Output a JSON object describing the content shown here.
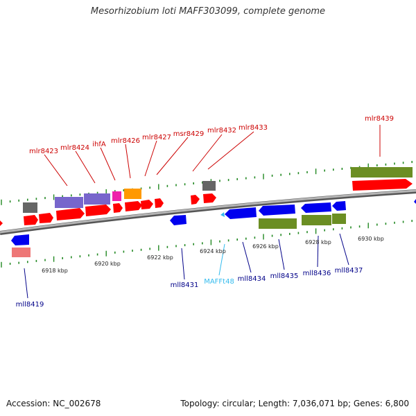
{
  "title": "Mesorhizobium loti MAFF303099, complete genome",
  "footer": {
    "accession": "Accession: NC_002678",
    "summary": "Topology: circular; Length: 7,036,071 bp; Genes: 6,800"
  },
  "colors": {
    "backbone": "#8c8c8c",
    "forward_label": "#cc0000",
    "reverse_label": "#000088",
    "trna_label": "#33bbee",
    "cds": "#ff0000",
    "cds_reverse": "#0000ee",
    "gene_purple": "#7766cc",
    "gene_green": "#6b8e23",
    "gene_gray": "#666666",
    "gene_orange": "#ff9900",
    "gene_magenta": "#ee22aa",
    "gene_pink": "#ee7777",
    "tick": "#228822"
  },
  "scale_labels": [
    "6918 kbp",
    "6920 kbp",
    "6922 kbp",
    "6924 kbp",
    "6926 kbp",
    "6928 kbp",
    "6930 kbp"
  ],
  "top_labels": [
    "mlr8423",
    "mlr8424",
    "ihfA",
    "mlr8426",
    "mlr8427",
    "msr8429",
    "mlr8432",
    "mlr8433",
    "mlr8439"
  ],
  "bottom_labels": [
    "mll8419",
    "mll8431",
    "MAFFt48",
    "mll8434",
    "mll8435",
    "mll8436",
    "mll8437"
  ]
}
